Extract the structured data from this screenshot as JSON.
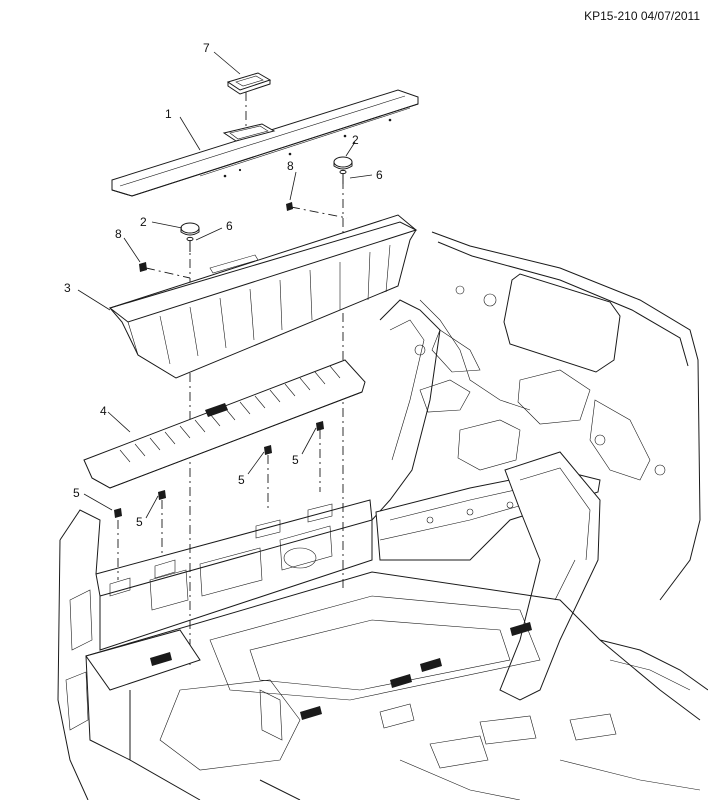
{
  "drawing_id": "KP15-210 04/07/2011",
  "callouts": [
    {
      "id": "c7",
      "label": "7"
    },
    {
      "id": "c1",
      "label": "1"
    },
    {
      "id": "c2a",
      "label": "2"
    },
    {
      "id": "c6a",
      "label": "6"
    },
    {
      "id": "c8a",
      "label": "8"
    },
    {
      "id": "c2b",
      "label": "2"
    },
    {
      "id": "c6b",
      "label": "6"
    },
    {
      "id": "c8b",
      "label": "8"
    },
    {
      "id": "c3",
      "label": "3"
    },
    {
      "id": "c4",
      "label": "4"
    },
    {
      "id": "c5a",
      "label": "5"
    },
    {
      "id": "c5b",
      "label": "5"
    },
    {
      "id": "c5c",
      "label": "5"
    },
    {
      "id": "c5d",
      "label": "5"
    }
  ]
}
